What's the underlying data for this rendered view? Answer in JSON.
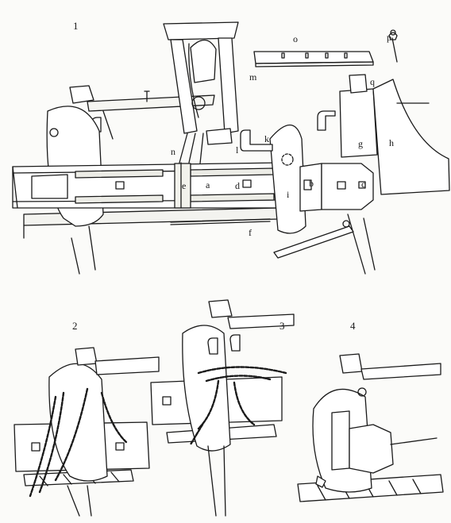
{
  "figure_numbers": {
    "f1": "1",
    "f2": "2",
    "f3": "3",
    "f4": "4"
  },
  "part_labels": {
    "a": "a",
    "b": "b",
    "c": "c",
    "d": "d",
    "e": "e",
    "f": "f",
    "g": "g",
    "h": "h",
    "i": "i",
    "k": "k",
    "l": "l",
    "m": "m",
    "n": "n",
    "o": "o",
    "p": "p",
    "q": "q"
  },
  "colors": {
    "ink": "#1a1a1a",
    "paper": "#fbfbf9",
    "shade": "#cfcfc8"
  }
}
